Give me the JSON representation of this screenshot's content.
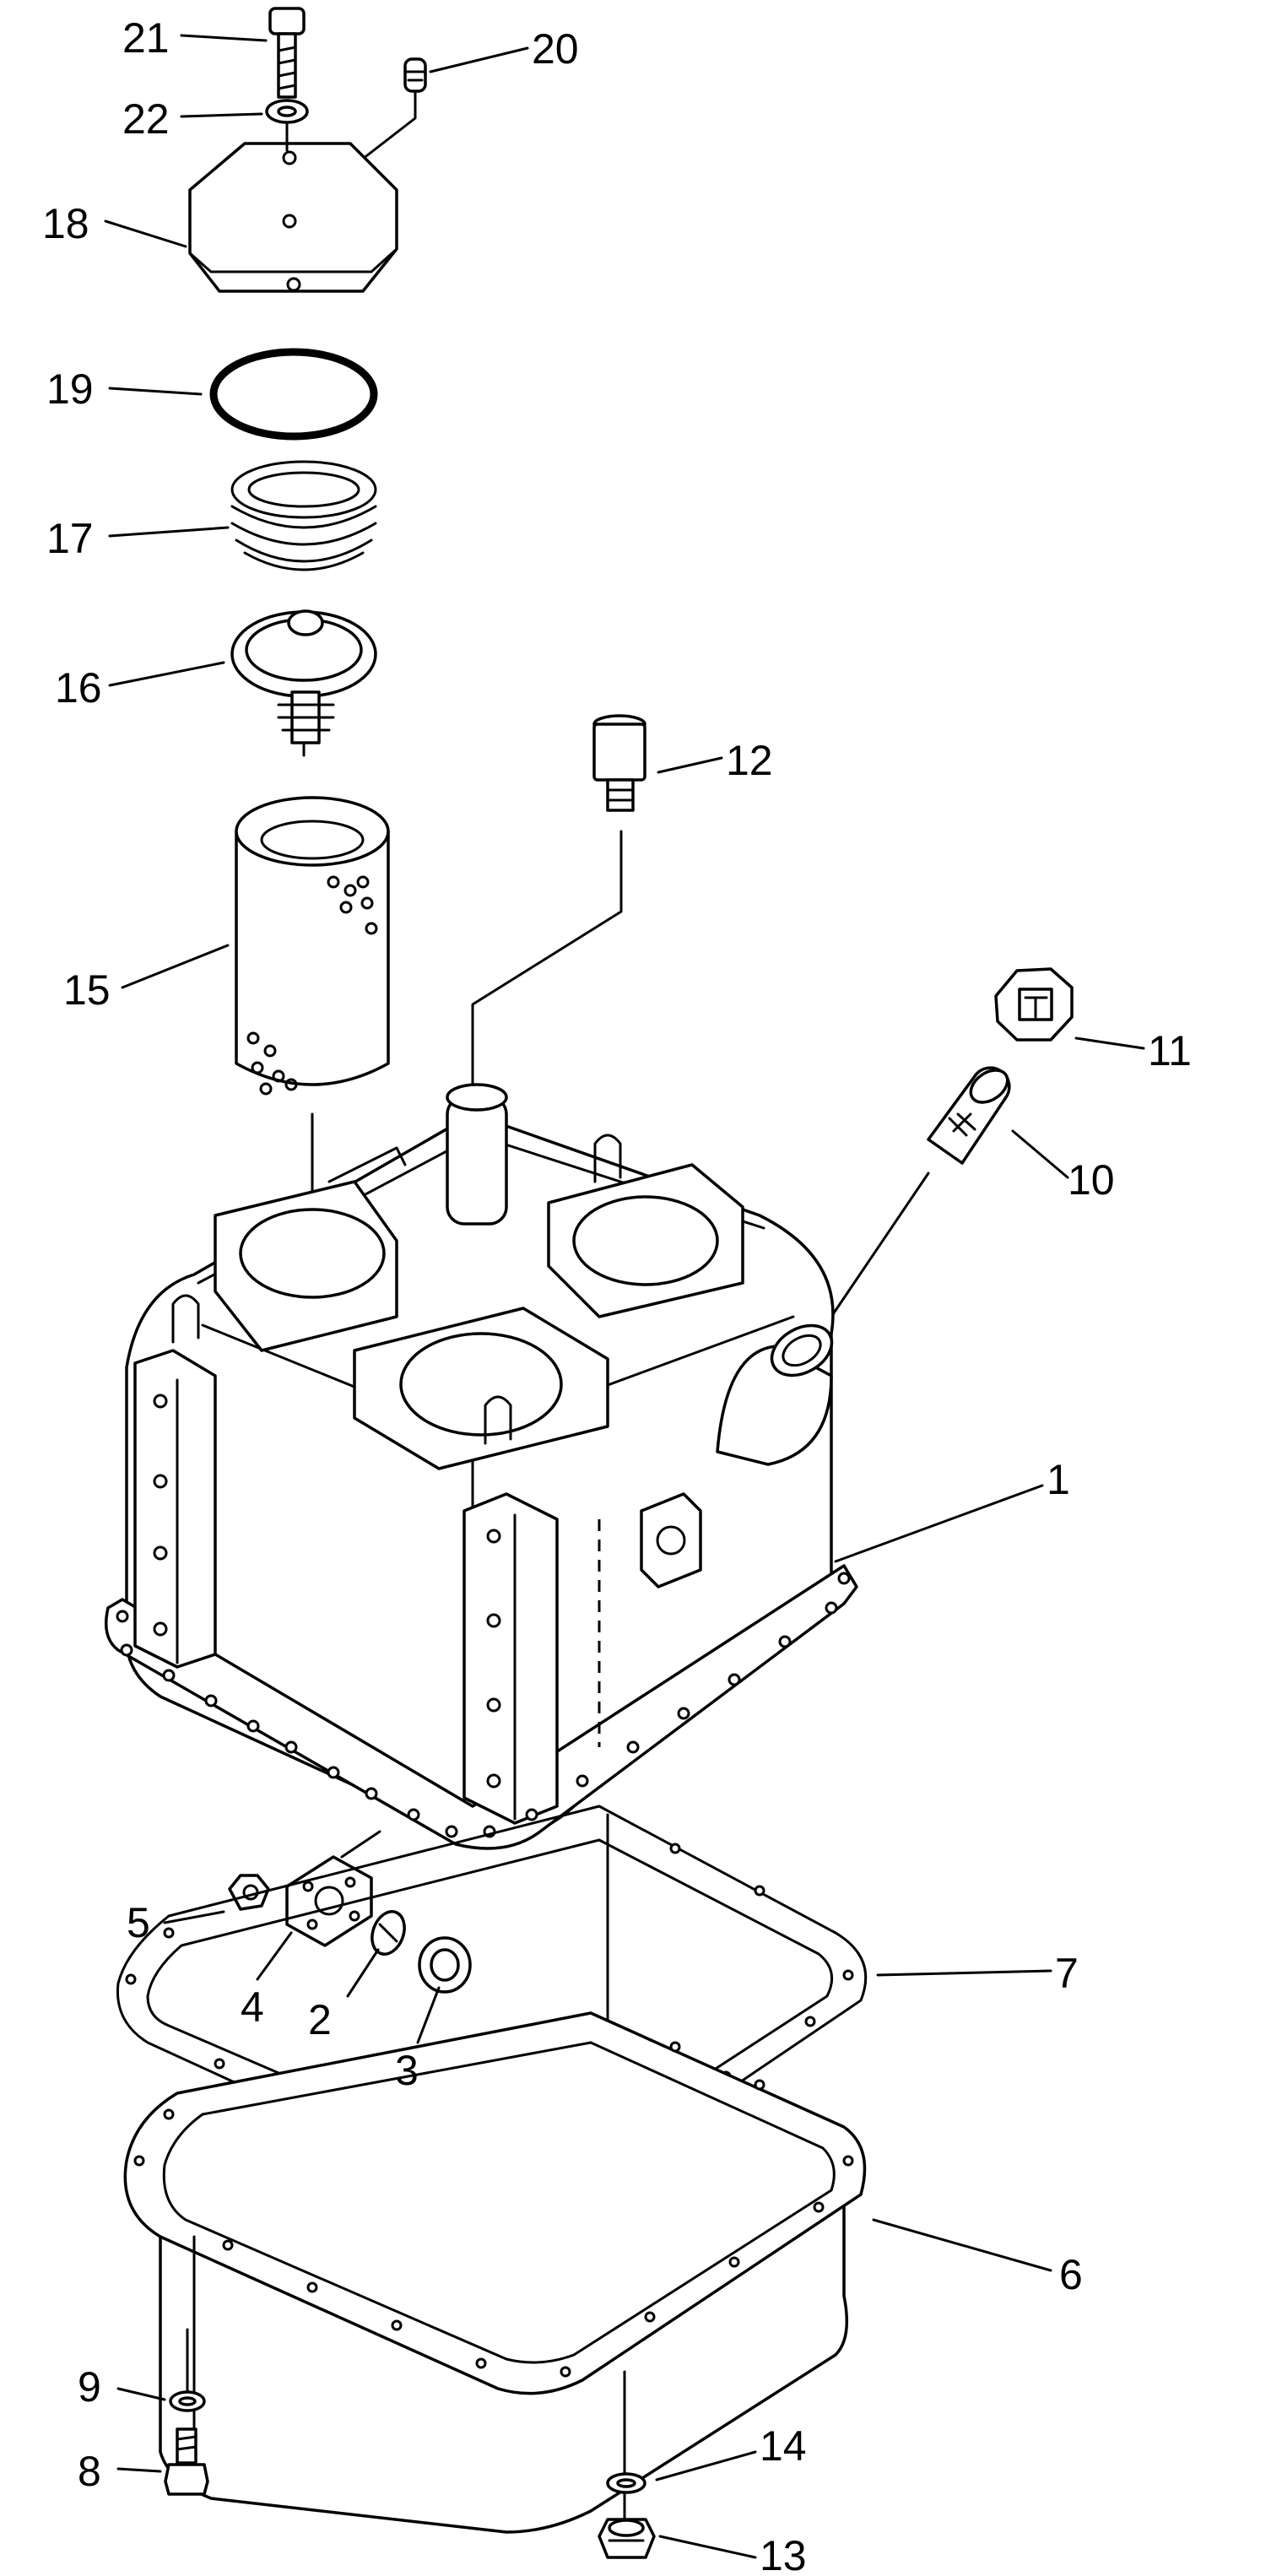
{
  "callouts": [
    {
      "id": "c21",
      "label": "21"
    },
    {
      "id": "c20",
      "label": "20"
    },
    {
      "id": "c22",
      "label": "22"
    },
    {
      "id": "c18",
      "label": "18"
    },
    {
      "id": "c19",
      "label": "19"
    },
    {
      "id": "c17",
      "label": "17"
    },
    {
      "id": "c16",
      "label": "16"
    },
    {
      "id": "c12",
      "label": "12"
    },
    {
      "id": "c15",
      "label": "15"
    },
    {
      "id": "c11",
      "label": "11"
    },
    {
      "id": "c10",
      "label": "10"
    },
    {
      "id": "c1",
      "label": "1"
    },
    {
      "id": "c5",
      "label": "5"
    },
    {
      "id": "c4",
      "label": "4"
    },
    {
      "id": "c2",
      "label": "2"
    },
    {
      "id": "c3",
      "label": "3"
    },
    {
      "id": "c7",
      "label": "7"
    },
    {
      "id": "c6",
      "label": "6"
    },
    {
      "id": "c9",
      "label": "9"
    },
    {
      "id": "c8",
      "label": "8"
    },
    {
      "id": "c14",
      "label": "14"
    },
    {
      "id": "c13",
      "label": "13"
    }
  ]
}
